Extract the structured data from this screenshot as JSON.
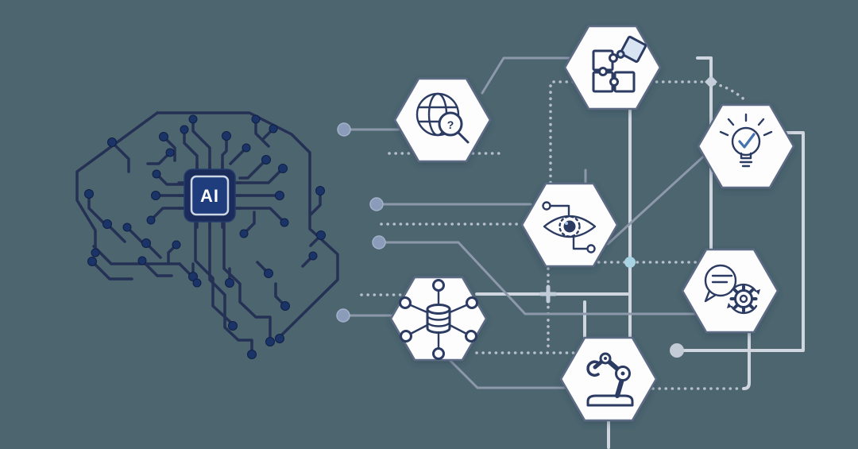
{
  "illustration": {
    "title": "ai-circuit-brain-network",
    "background_color": "#4c656f",
    "chip": {
      "label": "AI"
    },
    "glyphs": {
      "globe_question_mark": "?"
    },
    "hexagon_nodes": [
      {
        "name": "web-search",
        "icon": "globe-magnifier-question-icon"
      },
      {
        "name": "problem-solving",
        "icon": "puzzle-pieces-icon"
      },
      {
        "name": "idea-validation",
        "icon": "lightbulb-checkmark-icon"
      },
      {
        "name": "computer-vision",
        "icon": "cybernetic-eye-icon"
      },
      {
        "name": "conversation-automation",
        "icon": "chat-bubble-gear-sync-icon"
      },
      {
        "name": "data-network",
        "icon": "database-nodes-icon"
      },
      {
        "name": "robotics",
        "icon": "robot-arm-icon"
      }
    ],
    "palette": {
      "background": "#4c656f",
      "brain_trace": "#253154",
      "brain_dot": "#1b3468",
      "chip_outer": "#1b2c5a",
      "chip_ring": "#ccd6e4",
      "chip_inner": "#1f3d7c",
      "hexagon_fill": "#fdfdfe",
      "hexagon_stroke": "#5c6b84",
      "icon_stroke": "#2b3b62",
      "accent_blue": "#4272b0",
      "connector_medium": "#8d99ab",
      "connector_light": "#cfd6df",
      "connector_dotted": "#b6bfca",
      "node_blue": "#a7d3e2",
      "puzzle_piece_fill": "#d9e4f3"
    }
  }
}
